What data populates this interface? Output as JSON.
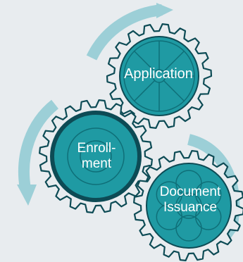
{
  "colors": {
    "background": "#e8ecef",
    "arrow": "#9ccfd7",
    "gear_fill": "#1f9aa3",
    "gear_stroke": "#0d4b55",
    "gear_inner_stroke": "#0f6f78",
    "label_text": "#ffffff"
  },
  "gears": [
    {
      "id": "application",
      "label": "Application",
      "emblem": "wheel-spokes-icon"
    },
    {
      "id": "enrollment",
      "label_line1": "Enroll-",
      "label_line2": "ment",
      "emblem": "concentric-rings-icon"
    },
    {
      "id": "document",
      "label_line1": "Document",
      "label_line2": "Issuance",
      "emblem": "circle-cluster-icon"
    }
  ],
  "arrows": [
    {
      "id": "arrow-top",
      "direction": "clockwise",
      "icon": "curved-arrow-icon"
    },
    {
      "id": "arrow-left",
      "direction": "counter-clockwise",
      "icon": "curved-arrow-icon"
    },
    {
      "id": "arrow-right",
      "direction": "clockwise",
      "icon": "curved-arrow-icon"
    }
  ]
}
